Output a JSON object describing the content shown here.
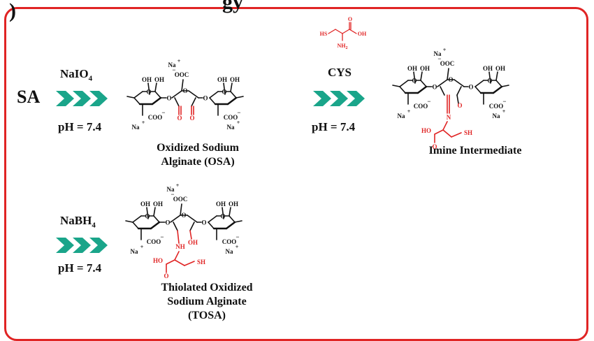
{
  "title_fragment_a": ")",
  "title_fragment_b": "gy",
  "start_material": "SA",
  "steps": [
    {
      "reagent": "NaIO",
      "reagent_sub": "4",
      "condition": "pH = 7.4"
    },
    {
      "reagent": "CYS",
      "reagent_sub": "",
      "condition": "pH = 7.4"
    },
    {
      "reagent": "NaBH",
      "reagent_sub": "4",
      "condition": "pH = 7.4"
    }
  ],
  "products": [
    {
      "line1": "Oxidized Sodium",
      "line2": "Alginate (OSA)",
      "line3": ""
    },
    {
      "line1": "Imine Intermediate",
      "line2": "",
      "line3": ""
    },
    {
      "line1": "Thiolated Oxidized",
      "line2": "Sodium Alginate",
      "line3": "(TOSA)"
    }
  ],
  "cysteine": {
    "sh": "HS",
    "oh": "OH",
    "o": "O",
    "nh": "NH",
    "nh_sub": "2"
  },
  "atom_labels": {
    "oh": "OH",
    "o": "O",
    "coo": "COO",
    "ooc": "OOC",
    "na": "Na",
    "plus": "+",
    "minus": "−",
    "n": "N",
    "nh": "NH",
    "ho": "HO",
    "sh": "SH"
  },
  "colors": {
    "frame": "#e02424",
    "arrow": "#1aa58a",
    "modification": "#e02424",
    "bond": "#111111"
  }
}
